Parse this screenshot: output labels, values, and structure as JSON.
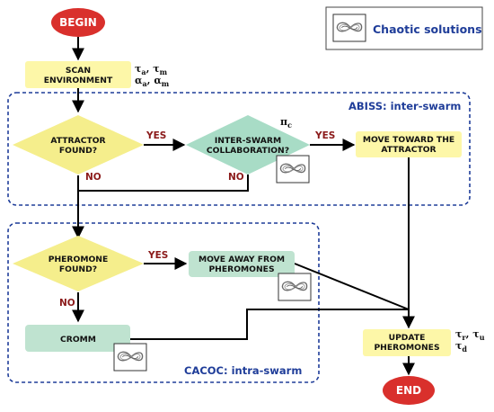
{
  "colors": {
    "terminal": "#d9302c",
    "process_yellow": "#fdf7a8",
    "decision_yellow": "#f5ee8c",
    "process_green": "#bfe3d0",
    "decision_green": "#a8dcc6",
    "region_border": "#1f3d99",
    "edge_label": "#8b1a1a",
    "region_label": "#1f3d99"
  },
  "legend": {
    "label": "Chaotic solutions",
    "icon": "chaotic-attractor-icon"
  },
  "nodes": {
    "begin": "BEGIN",
    "scan": [
      "SCAN",
      "ENVIRONMENT"
    ],
    "attractor_found": [
      "ATTRACTOR",
      "FOUND?"
    ],
    "inter_swarm": [
      "INTER-SWARM",
      "COLLABORATION?"
    ],
    "move_toward": [
      "MOVE TOWARD THE",
      "ATTRACTOR"
    ],
    "pheromone_found": [
      "PHEROMONE",
      "FOUND?"
    ],
    "move_away": [
      "MOVE AWAY FROM",
      "PHEROMONES"
    ],
    "cromm": "CROMM",
    "update": [
      "UPDATE",
      "PHEROMONES"
    ],
    "end": "END"
  },
  "edge_labels": {
    "yes_attractor": "YES",
    "no_attractor": "NO",
    "yes_collab": "YES",
    "no_collab": "NO",
    "yes_pheromone": "YES",
    "no_pheromone": "NO"
  },
  "regions": {
    "abiss": "ABISS: inter-swarm",
    "cacoc": "CACOC: intra-swarm"
  },
  "params": {
    "scan": [
      {
        "sym": "τ",
        "sub": "a"
      },
      {
        "sym": "τ",
        "sub": "m"
      },
      {
        "sym": "α",
        "sub": "a"
      },
      {
        "sym": "α",
        "sub": "m"
      }
    ],
    "collab": {
      "sym": "π",
      "sub": "c"
    },
    "update": [
      {
        "sym": "τ",
        "sub": "r"
      },
      {
        "sym": "τ",
        "sub": "u"
      },
      {
        "sym": "τ",
        "sub": "d"
      }
    ]
  }
}
